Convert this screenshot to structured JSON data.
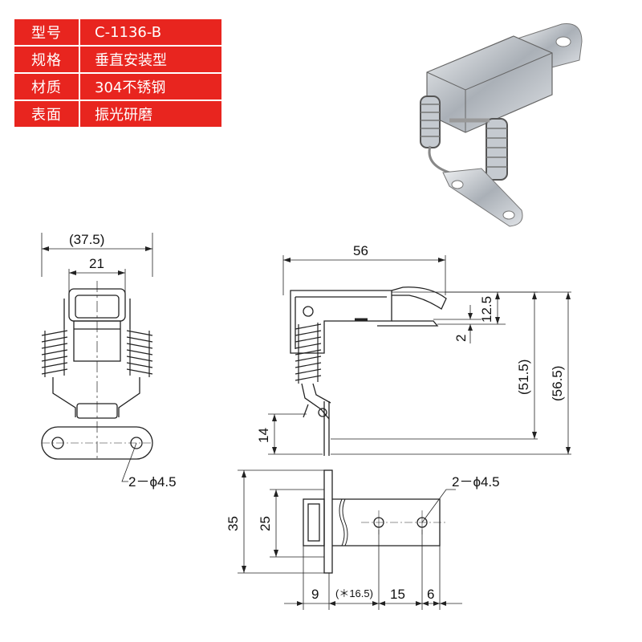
{
  "specs": [
    {
      "label": "型号",
      "value": "C-1136-B"
    },
    {
      "label": "规格",
      "value": "垂直安装型"
    },
    {
      "label": "材质",
      "value": "304不锈钢"
    },
    {
      "label": "表面",
      "value": "振光研磨"
    }
  ],
  "colors": {
    "table_bg": "#e8251f",
    "table_text": "#ffffff",
    "line": "#222222",
    "metal": "#b9bec4"
  },
  "front_view": {
    "overall_width": "(37.5)",
    "inner_width": "21",
    "holes": "2－ϕ4.5"
  },
  "side_view": {
    "length": "56",
    "top_offset": "12.5",
    "thickness": "2",
    "height_a": "(51.5)",
    "height_b": "(56.5)",
    "bottom_height": "14"
  },
  "bottom_view": {
    "height_outer": "35",
    "height_inner": "25",
    "holes": "2－ϕ4.5",
    "dim_9": "9",
    "dim_16_5": "(＊16.5)",
    "dim_15": "15",
    "dim_6": "6"
  }
}
